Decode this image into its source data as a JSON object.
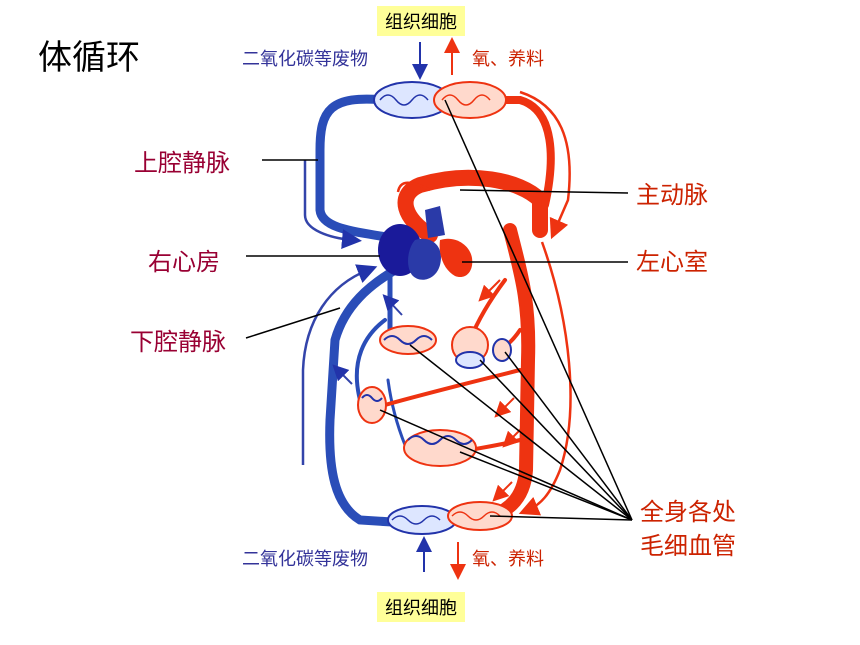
{
  "title": "体循环",
  "top_cell": "组织细胞",
  "bottom_cell": "组织细胞",
  "top_waste": "二氧化碳等废物",
  "top_nutrients": "氧、养料",
  "bottom_waste": "二氧化碳等废物",
  "bottom_nutrients": "氧、养料",
  "labels_left": {
    "superior_vena_cava": "上腔静脉",
    "right_atrium": "右心房",
    "inferior_vena_cava": "下腔静脉"
  },
  "labels_right": {
    "aorta": "主动脉",
    "left_ventricle": "左心室",
    "capillaries_line1": "全身各处",
    "capillaries_line2": "毛细血管"
  },
  "colors": {
    "artery": "#ee3311",
    "vein": "#2233aa",
    "label_left": "#990033",
    "label_right": "#cc2200",
    "cell_box": "#ffff99"
  }
}
